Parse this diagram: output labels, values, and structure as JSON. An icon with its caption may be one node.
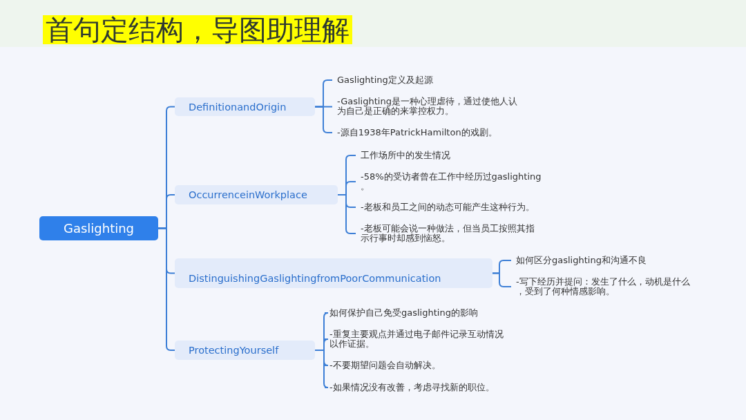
{
  "diagram": {
    "title": "首句定结构，导图助理解",
    "nodes": [
      {
        "text": [
          "Gaslighting"
        ]
      },
      {
        "text": [
          "DefinitionandOrigin"
        ]
      },
      {
        "text": [
          "Gaslighting定义及起源"
        ]
      },
      {
        "text": [
          "-Gaslighting是一种心理虐待，通过使他人认为自己是正确的来掌控权力。"
        ]
      },
      {
        "text": [
          "-源自1938年PatrickHamilton的戏剧。"
        ]
      },
      {
        "text": [
          "OccurrenceinWorkplace"
        ]
      },
      {
        "text": [
          "工作场所中的发生情况"
        ]
      },
      {
        "text": [
          "-58%的受访者曾在工作中经历过gaslighting。"
        ]
      },
      {
        "text": [
          "-老板和员工之间的动态可能产生这种行为。"
        ]
      },
      {
        "text": [
          "-老板可能会说一种做法，但当员工按照其指示行事时却感到恼怒。"
        ]
      },
      {
        "text": [
          "DistinguishingGaslightingfromPoorCommunication"
        ]
      },
      {
        "text": [
          "如何区分gaslighting和沟通不良"
        ]
      },
      {
        "text": [
          "-写下经历并提问：发生了什么，动机是什么，受到了何种情感影响。"
        ]
      },
      {
        "text": [
          "ProtectingYourself"
        ]
      },
      {
        "text": [
          "如何保护自己免受gaslighting的影响"
        ]
      },
      {
        "text": [
          "-重复主要观点并通过电子邮件记录互动情况以作证据。"
        ]
      },
      {
        "text": [
          "-不要期望问题会自动解决。"
        ]
      },
      {
        "text": [
          "-如果情况没有改善，考虑寻找新的职位。"
        ]
      }
    ],
    "edges": [
      {
        "from": 0,
        "to": 1,
        "arrow": "none"
      },
      {
        "from": 0,
        "to": 5,
        "arrow": "none"
      },
      {
        "from": 0,
        "to": 10,
        "arrow": "none"
      },
      {
        "from": 0,
        "to": 13,
        "arrow": "none"
      },
      {
        "from": 1,
        "to": 2,
        "arrow": "none"
      },
      {
        "from": 1,
        "to": 3,
        "arrow": "none"
      },
      {
        "from": 1,
        "to": 4,
        "arrow": "none"
      },
      {
        "from": 5,
        "to": 6,
        "arrow": "none"
      },
      {
        "from": 5,
        "to": 7,
        "arrow": "none"
      },
      {
        "from": 5,
        "to": 8,
        "arrow": "none"
      },
      {
        "from": 5,
        "to": 9,
        "arrow": "none"
      },
      {
        "from": 10,
        "to": 11,
        "arrow": "none"
      },
      {
        "from": 10,
        "to": 12,
        "arrow": "none"
      },
      {
        "from": 13,
        "to": 14,
        "arrow": "none"
      },
      {
        "from": 13,
        "to": 15,
        "arrow": "none"
      },
      {
        "from": 13,
        "to": 16,
        "arrow": "none"
      },
      {
        "from": 13,
        "to": 17,
        "arrow": "none"
      }
    ]
  }
}
